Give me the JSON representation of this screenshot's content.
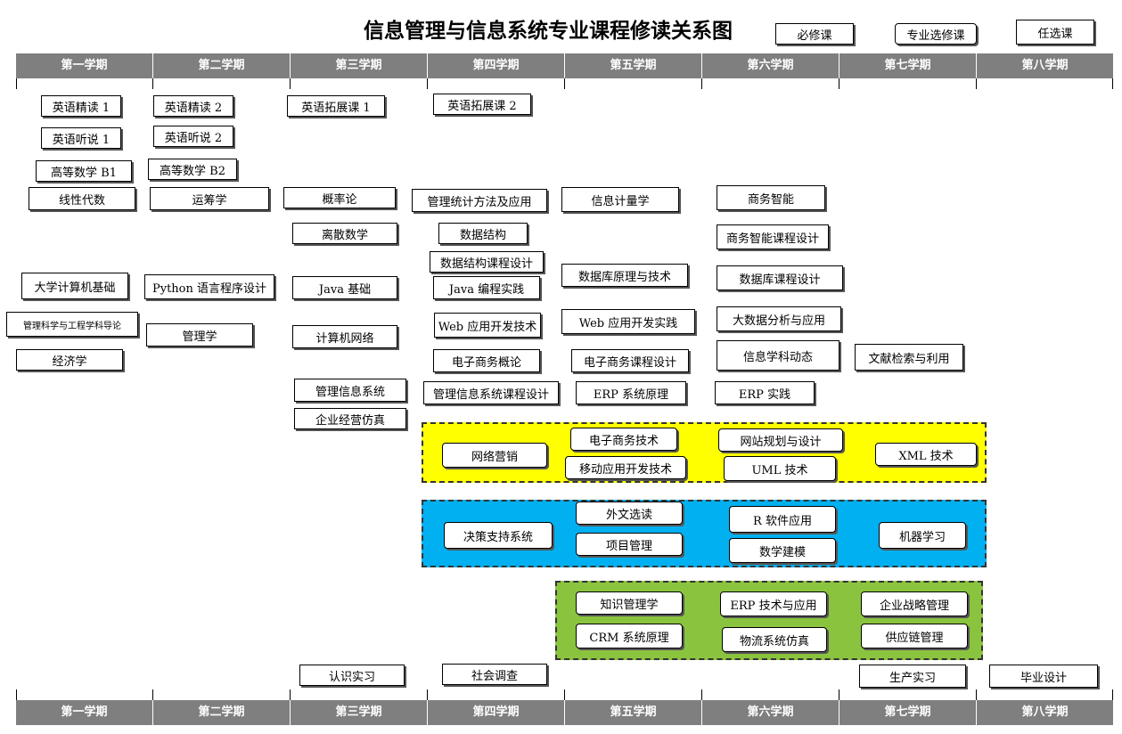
{
  "title": "信息管理与信息系统专业课程修读关系图",
  "legend": {
    "required": "必修课",
    "major_elective": "专业选修课",
    "optional": "任选课"
  },
  "semesters": [
    "第一学期",
    "第二学期",
    "第三学期",
    "第四学期",
    "第五学期",
    "第六学期",
    "第七学期",
    "第八学期"
  ],
  "courses": {
    "s1": [
      "英语精读 1",
      "英语听说 1",
      "高等数学  B1",
      "线性代数",
      "大学计算机基础",
      "管理科学与工程学科导论",
      "经济学"
    ],
    "s2": [
      "英语精读 2",
      "英语听说 2",
      "高等数学  B2",
      "运筹学",
      "Python 语言程序设计",
      "管理学"
    ],
    "s3": [
      "英语拓展课 1",
      "概率论",
      "离散数学",
      "Java 基础",
      "计算机网络",
      "管理信息系统",
      "企业经营仿真",
      "认识实习"
    ],
    "s4": [
      "英语拓展课 2",
      "管理统计方法及应用",
      "数据结构",
      "数据结构课程设计",
      "Java 编程实践",
      "Web 应用开发技术",
      "电子商务概论",
      "管理信息系统课程设计",
      "社会调查"
    ],
    "s5": [
      "信息计量学",
      "数据库原理与技术",
      "Web 应用开发实践",
      "电子商务课程设计",
      "ERP 系统原理"
    ],
    "s6": [
      "商务智能",
      "商务智能课程设计",
      "数据库课程设计",
      "大数据分析与应用",
      "信息学科动态",
      "ERP 实践"
    ],
    "s7": [
      "文献检索与利用",
      "生产实习"
    ],
    "s8": [
      "毕业设计"
    ]
  },
  "groups": {
    "yellow": [
      "网络营销",
      "电子商务技术",
      "移动应用开发技术",
      "网站规划与设计",
      "UML 技术",
      "XML 技术"
    ],
    "blue": [
      "决策支持系统",
      "外文选读",
      "项目管理",
      "R 软件应用",
      "数学建模",
      "机器学习"
    ],
    "green": [
      "知识管理学",
      "CRM 系统原理",
      "ERP 技术与应用",
      "物流系统仿真",
      "企业战略管理",
      "供应链管理"
    ]
  },
  "colors": {
    "header": "#7f7f7f",
    "yellow": "#ffff00",
    "blue": "#00b0f0",
    "green": "#8ac43f"
  }
}
